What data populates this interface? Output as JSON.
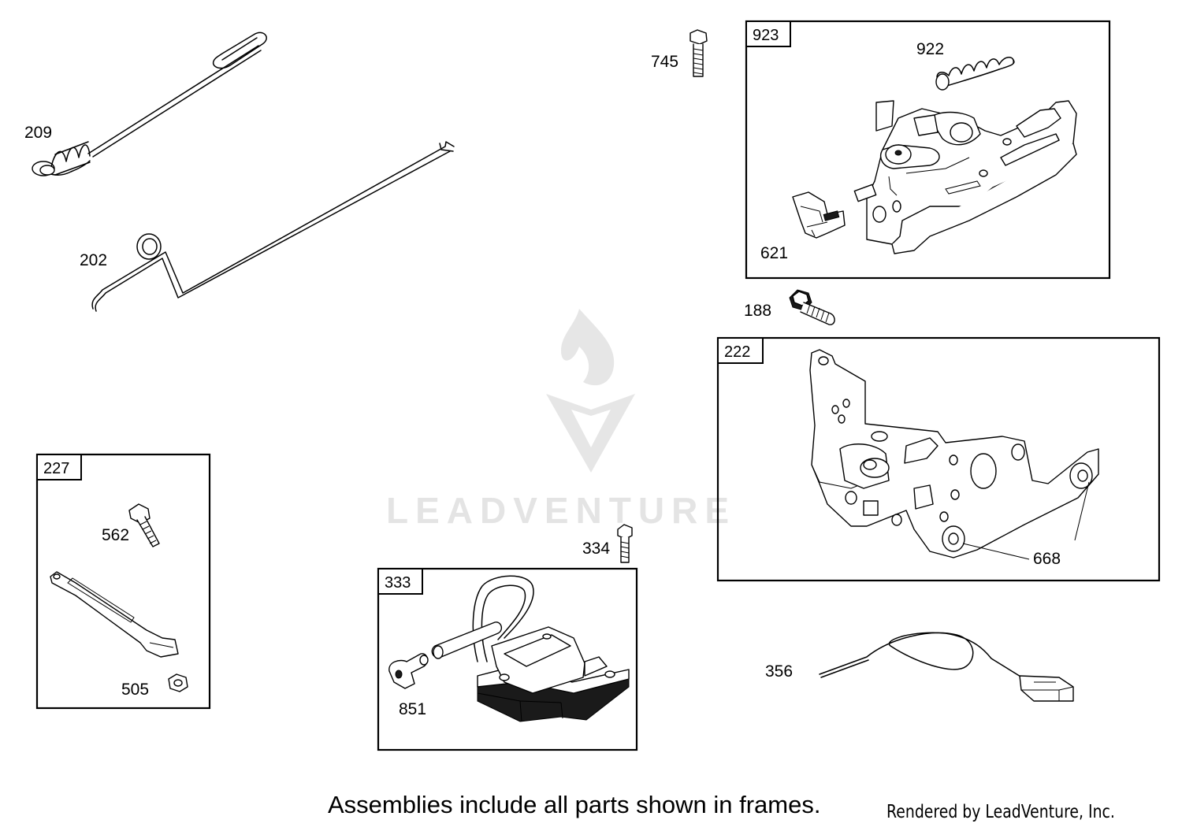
{
  "watermark": {
    "text": "LEADVENTURE"
  },
  "frames": [
    {
      "id": "frame-923",
      "label": "923"
    },
    {
      "id": "frame-222",
      "label": "222"
    },
    {
      "id": "frame-227",
      "label": "227"
    },
    {
      "id": "frame-333",
      "label": "333"
    }
  ],
  "callouts": {
    "p209": "209",
    "p202": "202",
    "p745": "745",
    "p922": "922",
    "p621": "621",
    "p188": "188",
    "p668": "668",
    "p227_562": "562",
    "p505": "505",
    "p334": "334",
    "p851": "851",
    "p356": "356"
  },
  "footer": {
    "note": "Assemblies include all parts shown in frames.",
    "credit": "Rendered by LeadVenture, Inc."
  }
}
